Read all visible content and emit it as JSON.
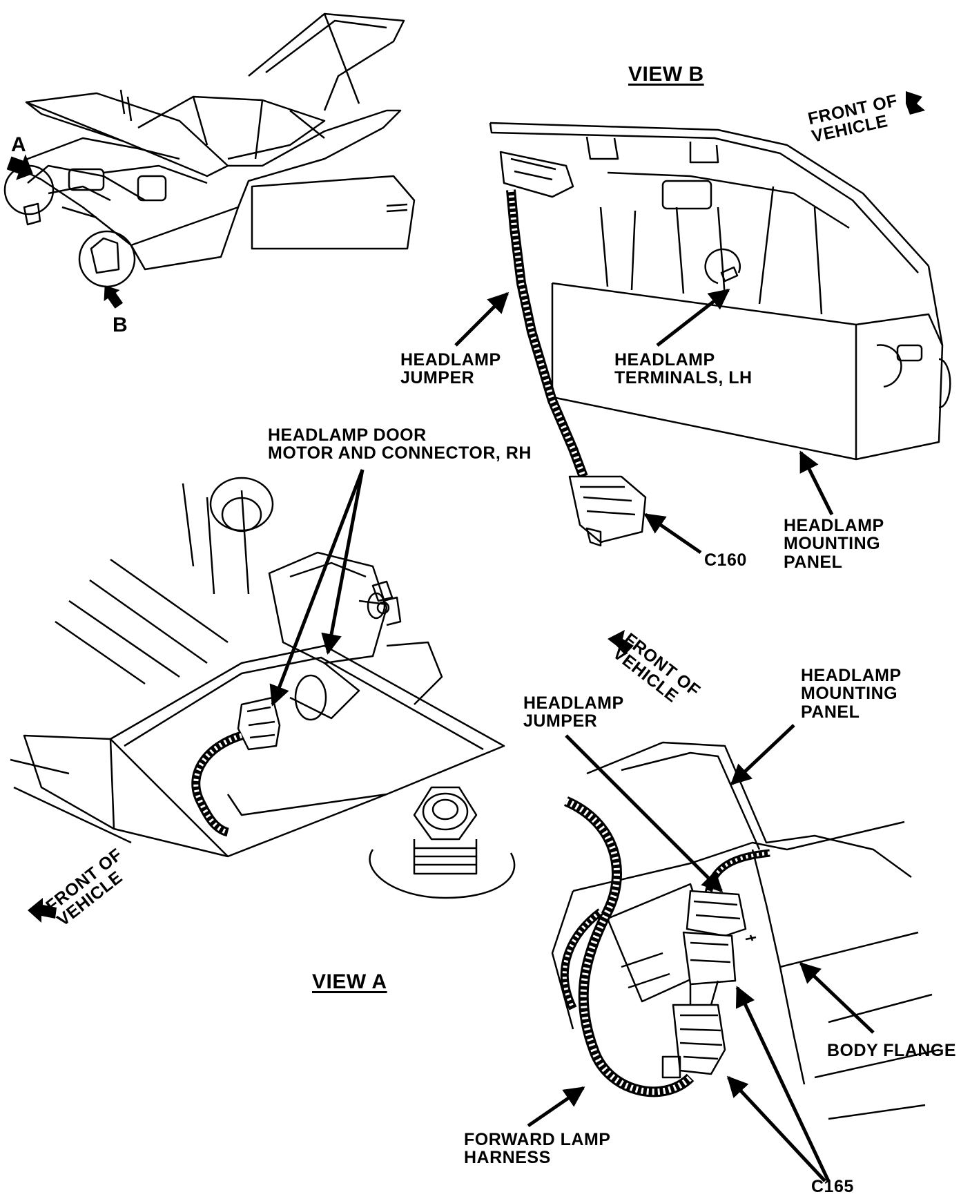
{
  "overview": {
    "marker_a": "A",
    "marker_b": "B"
  },
  "view_b": {
    "title": "VIEW B",
    "front_of_vehicle": [
      "FRONT OF",
      "VEHICLE"
    ],
    "headlamp_jumper": [
      "HEADLAMP",
      "JUMPER"
    ],
    "headlamp_terminals": [
      "HEADLAMP",
      "TERMINALS, LH"
    ],
    "headlamp_mounting_panel": [
      "HEADLAMP",
      "MOUNTING",
      "PANEL"
    ],
    "connector": "C160"
  },
  "view_a": {
    "title": "VIEW A",
    "headlamp_door_motor": [
      "HEADLAMP DOOR",
      "MOTOR AND CONNECTOR, RH"
    ],
    "front_of_vehicle": [
      "FRONT OF",
      "VEHICLE"
    ]
  },
  "right_view": {
    "front_of_vehicle": [
      "FRONT OF",
      "VEHICLE"
    ],
    "headlamp_jumper": [
      "HEADLAMP",
      "JUMPER"
    ],
    "headlamp_mounting_panel": [
      "HEADLAMP",
      "MOUNTING",
      "PANEL"
    ],
    "body_flange": "BODY FLANGE",
    "forward_lamp_harness": [
      "FORWARD LAMP",
      "HARNESS"
    ],
    "connector": "C165"
  },
  "icons": [
    "solid-arrow-icon",
    "leader-arrow-icon"
  ]
}
